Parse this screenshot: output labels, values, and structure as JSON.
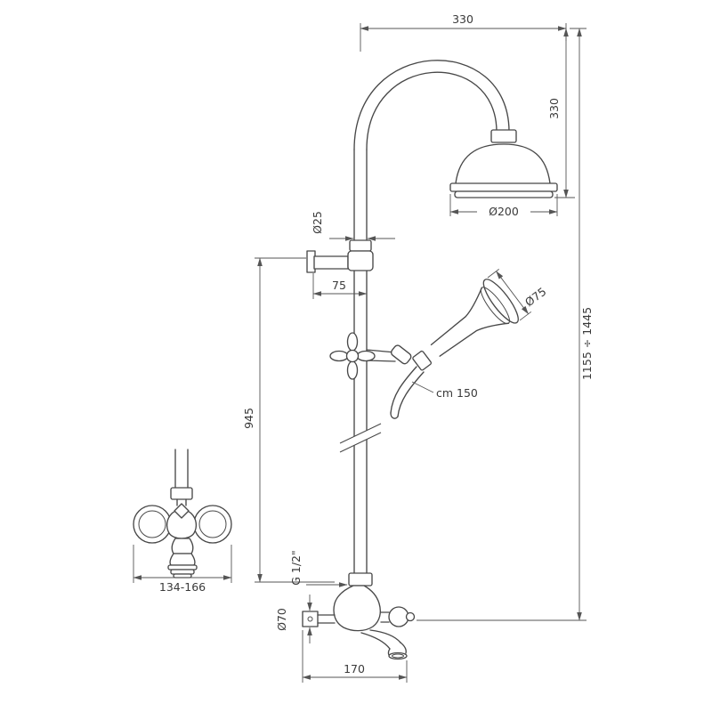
{
  "drawing": {
    "dims": {
      "top_width": "330",
      "head_drop": "330",
      "total_height": "1155 ÷ 1445",
      "head_diameter": "Ø200",
      "pipe_diameter": "Ø25",
      "bracket_offset": "75",
      "column_height": "945",
      "handshower_diameter": "Ø75",
      "hose_length": "cm 150",
      "inlet_thread": "G 1/2\"",
      "escutcheon_diameter": "Ø70",
      "spout_reach": "170",
      "mixer_width": "134-166"
    }
  }
}
